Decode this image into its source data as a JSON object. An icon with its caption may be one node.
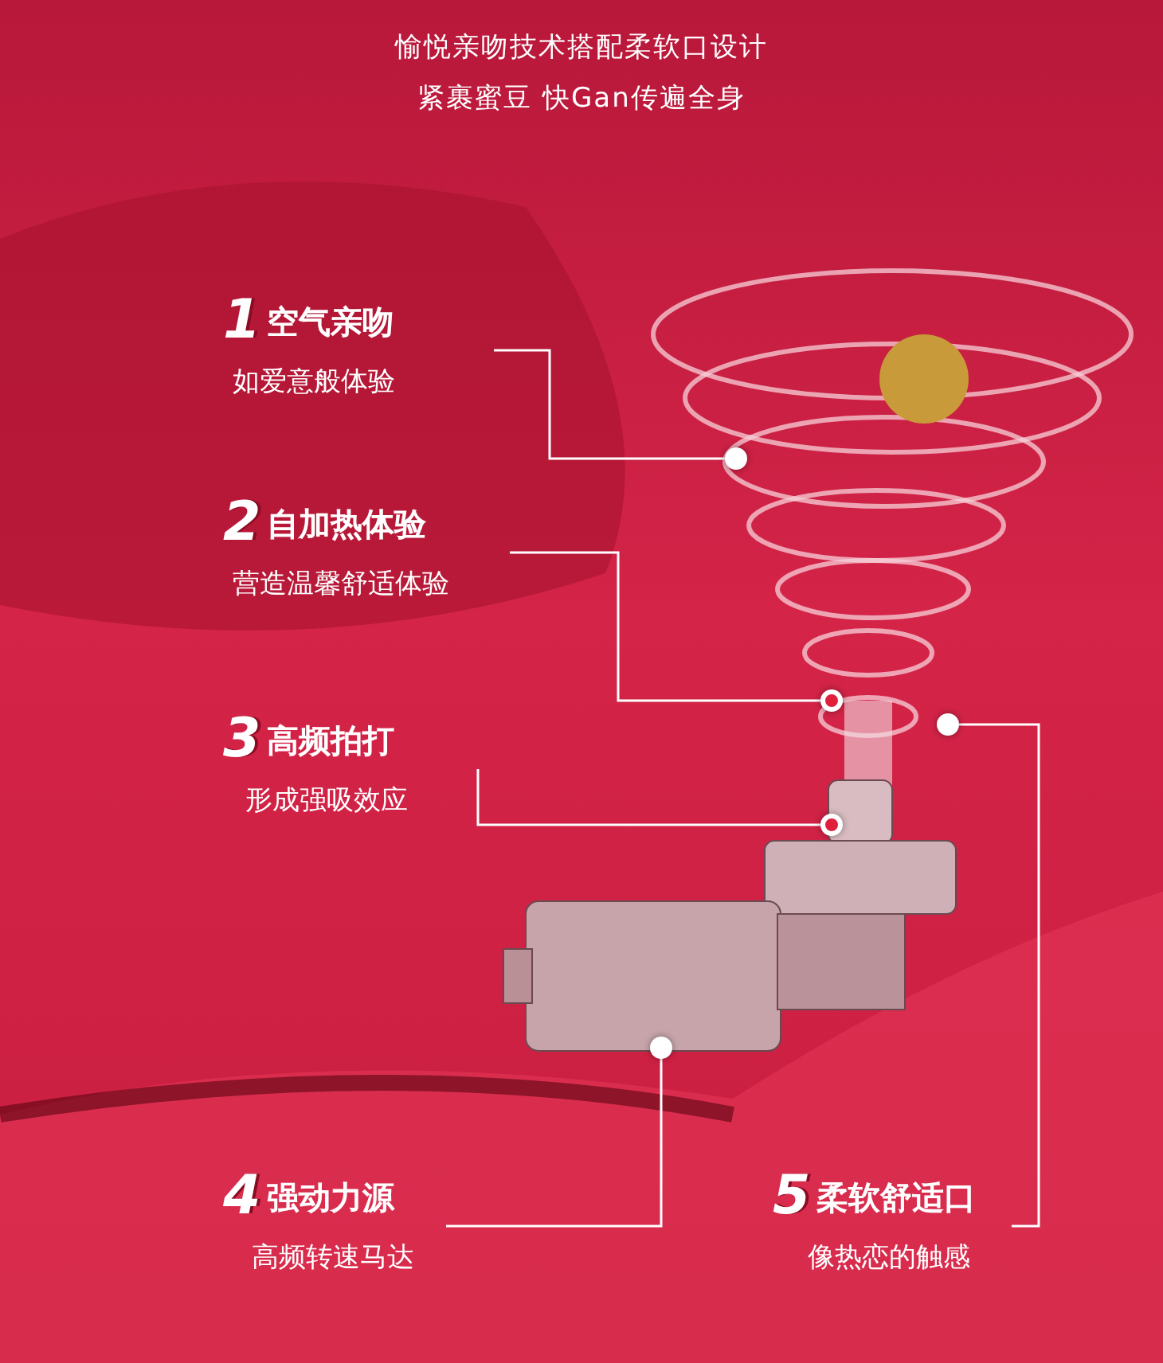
{
  "diagram": {
    "title": "愉悦亲吻技术搭配柔软口设计",
    "nodes": [
      {
        "text": [
          "1",
          "空气亲吻",
          "如爱意般体验"
        ]
      },
      {
        "text": [
          "2",
          "自加热体验",
          "营造温馨舒适体验"
        ]
      },
      {
        "text": [
          "3",
          "高频拍打",
          "形成强吸效应"
        ]
      },
      {
        "text": [
          "4",
          "强动力源",
          "高频转速马达"
        ]
      },
      {
        "text": [
          "5",
          "柔软舒适口",
          "像热恋的触感"
        ]
      },
      {
        "text": [],
        "shape": "circle"
      },
      {
        "text": [],
        "shape": "circle"
      },
      {
        "text": [],
        "shape": "circle"
      },
      {
        "text": [],
        "shape": "circle"
      },
      {
        "text": [],
        "shape": "circle"
      }
    ],
    "edges": [
      {
        "from": 0,
        "to": 5,
        "arrow": "none"
      },
      {
        "from": 1,
        "to": 6,
        "arrow": "none"
      },
      {
        "from": 2,
        "to": 7,
        "arrow": "none"
      },
      {
        "from": 3,
        "to": 8,
        "arrow": "none"
      },
      {
        "from": 4,
        "to": 9,
        "arrow": "none"
      }
    ],
    "labels": [
      "紧裹蜜豆 快Gan传遍全身"
    ]
  }
}
